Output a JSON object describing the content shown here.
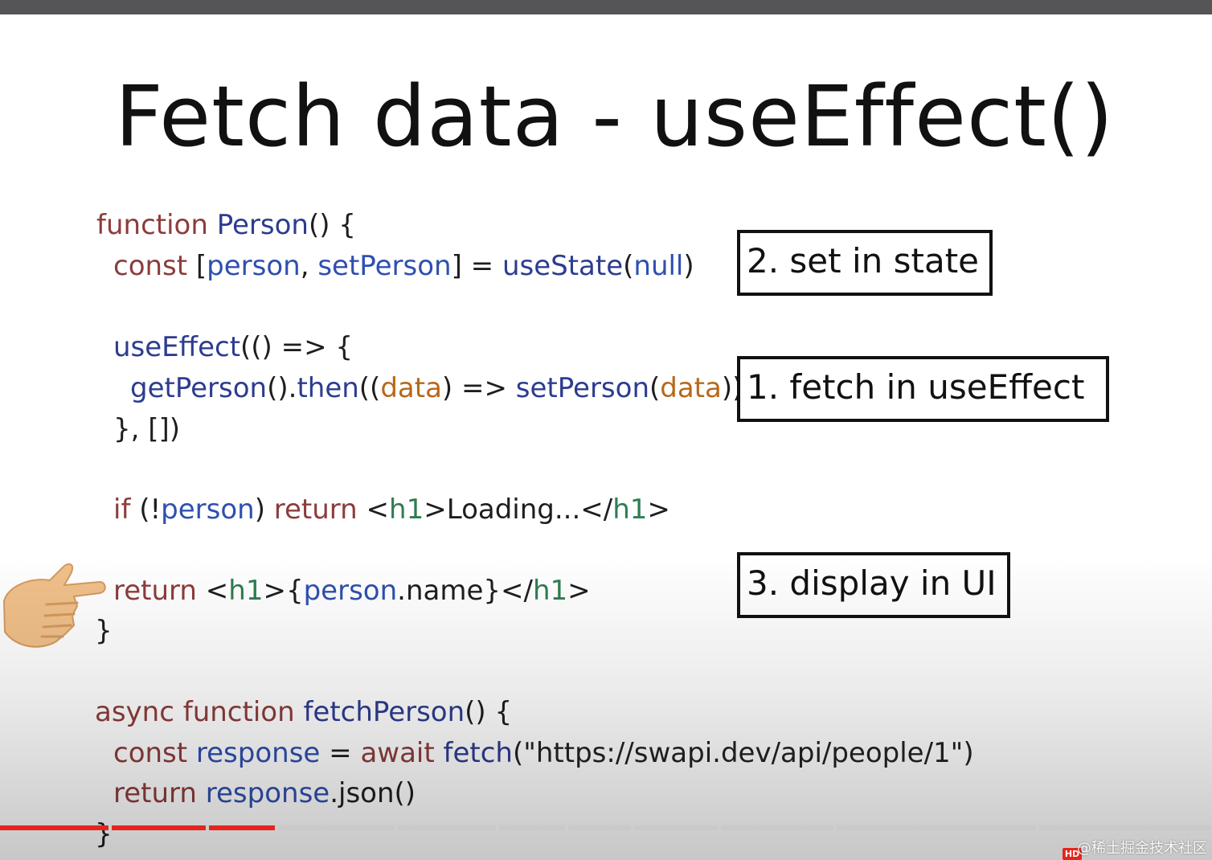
{
  "slide": {
    "title": "Fetch data - useEffect()",
    "code_lines": [
      [
        {
          "t": "function ",
          "c": "kw"
        },
        {
          "t": "Person",
          "c": "fn"
        },
        {
          "t": "() {",
          "c": "punc"
        }
      ],
      [
        {
          "t": "const ",
          "c": "kw"
        },
        {
          "t": "[",
          "c": "punc"
        },
        {
          "t": "person",
          "c": "var"
        },
        {
          "t": ", ",
          "c": "punc"
        },
        {
          "t": "setPerson",
          "c": "var"
        },
        {
          "t": "] = ",
          "c": "punc"
        },
        {
          "t": "useState",
          "c": "fn"
        },
        {
          "t": "(",
          "c": "punc"
        },
        {
          "t": "null",
          "c": "var"
        },
        {
          "t": ")",
          "c": "punc"
        }
      ],
      [
        {
          "t": "useEffect",
          "c": "fn"
        },
        {
          "t": "(() => {",
          "c": "punc"
        }
      ],
      [
        {
          "t": "getPerson",
          "c": "fn"
        },
        {
          "t": "().",
          "c": "punc"
        },
        {
          "t": "then",
          "c": "fn"
        },
        {
          "t": "((",
          "c": "punc"
        },
        {
          "t": "data",
          "c": "param"
        },
        {
          "t": ") => ",
          "c": "punc"
        },
        {
          "t": "setPerson",
          "c": "fn"
        },
        {
          "t": "(",
          "c": "punc"
        },
        {
          "t": "data",
          "c": "param"
        },
        {
          "t": "))",
          "c": "punc"
        }
      ],
      [
        {
          "t": "}, [])",
          "c": "punc"
        }
      ],
      [
        {
          "t": "if ",
          "c": "kw"
        },
        {
          "t": "(!",
          "c": "punc"
        },
        {
          "t": "person",
          "c": "var"
        },
        {
          "t": ") ",
          "c": "punc"
        },
        {
          "t": "return ",
          "c": "kw"
        },
        {
          "t": "<",
          "c": "punc"
        },
        {
          "t": "h1",
          "c": "tag"
        },
        {
          "t": ">Loading...</",
          "c": "punc"
        },
        {
          "t": "h1",
          "c": "tag"
        },
        {
          "t": ">",
          "c": "punc"
        }
      ],
      [
        {
          "t": "return ",
          "c": "kw"
        },
        {
          "t": "<",
          "c": "punc"
        },
        {
          "t": "h1",
          "c": "tag"
        },
        {
          "t": ">{",
          "c": "punc"
        },
        {
          "t": "person",
          "c": "var"
        },
        {
          "t": ".name}</",
          "c": "punc"
        },
        {
          "t": "h1",
          "c": "tag"
        },
        {
          "t": ">",
          "c": "punc"
        }
      ],
      [
        {
          "t": "}",
          "c": "punc"
        }
      ],
      [
        {
          "t": "async ",
          "c": "kw"
        },
        {
          "t": "function ",
          "c": "kw"
        },
        {
          "t": "fetchPerson",
          "c": "fn"
        },
        {
          "t": "() {",
          "c": "punc"
        }
      ],
      [
        {
          "t": "const ",
          "c": "kw"
        },
        {
          "t": "response ",
          "c": "var"
        },
        {
          "t": "= ",
          "c": "punc"
        },
        {
          "t": "await ",
          "c": "kw"
        },
        {
          "t": "fetch",
          "c": "fn"
        },
        {
          "t": "(\"https://swapi.dev/api/people/1\")",
          "c": "str"
        }
      ],
      [
        {
          "t": "return ",
          "c": "kw"
        },
        {
          "t": "response",
          "c": "var"
        },
        {
          "t": ".json()",
          "c": "punc"
        }
      ],
      [
        {
          "t": "}",
          "c": "punc"
        }
      ]
    ],
    "notes": {
      "set_state": "2. set in state",
      "fetch": "1. fetch in useEffect",
      "display": "3. display in UI"
    }
  },
  "player": {
    "progress_fraction": 0.268,
    "hd_badge": "HD",
    "watermark": "@稀土掘金技术社区"
  },
  "icons": {
    "pointer": "pointing-hand-icon"
  },
  "colors": {
    "keyword": "#8d3c3c",
    "function": "#2d3c8f",
    "variable": "#2f4fb0",
    "param": "#b7681a",
    "tag": "#2f7d52",
    "progress_played": "#e3261d"
  }
}
